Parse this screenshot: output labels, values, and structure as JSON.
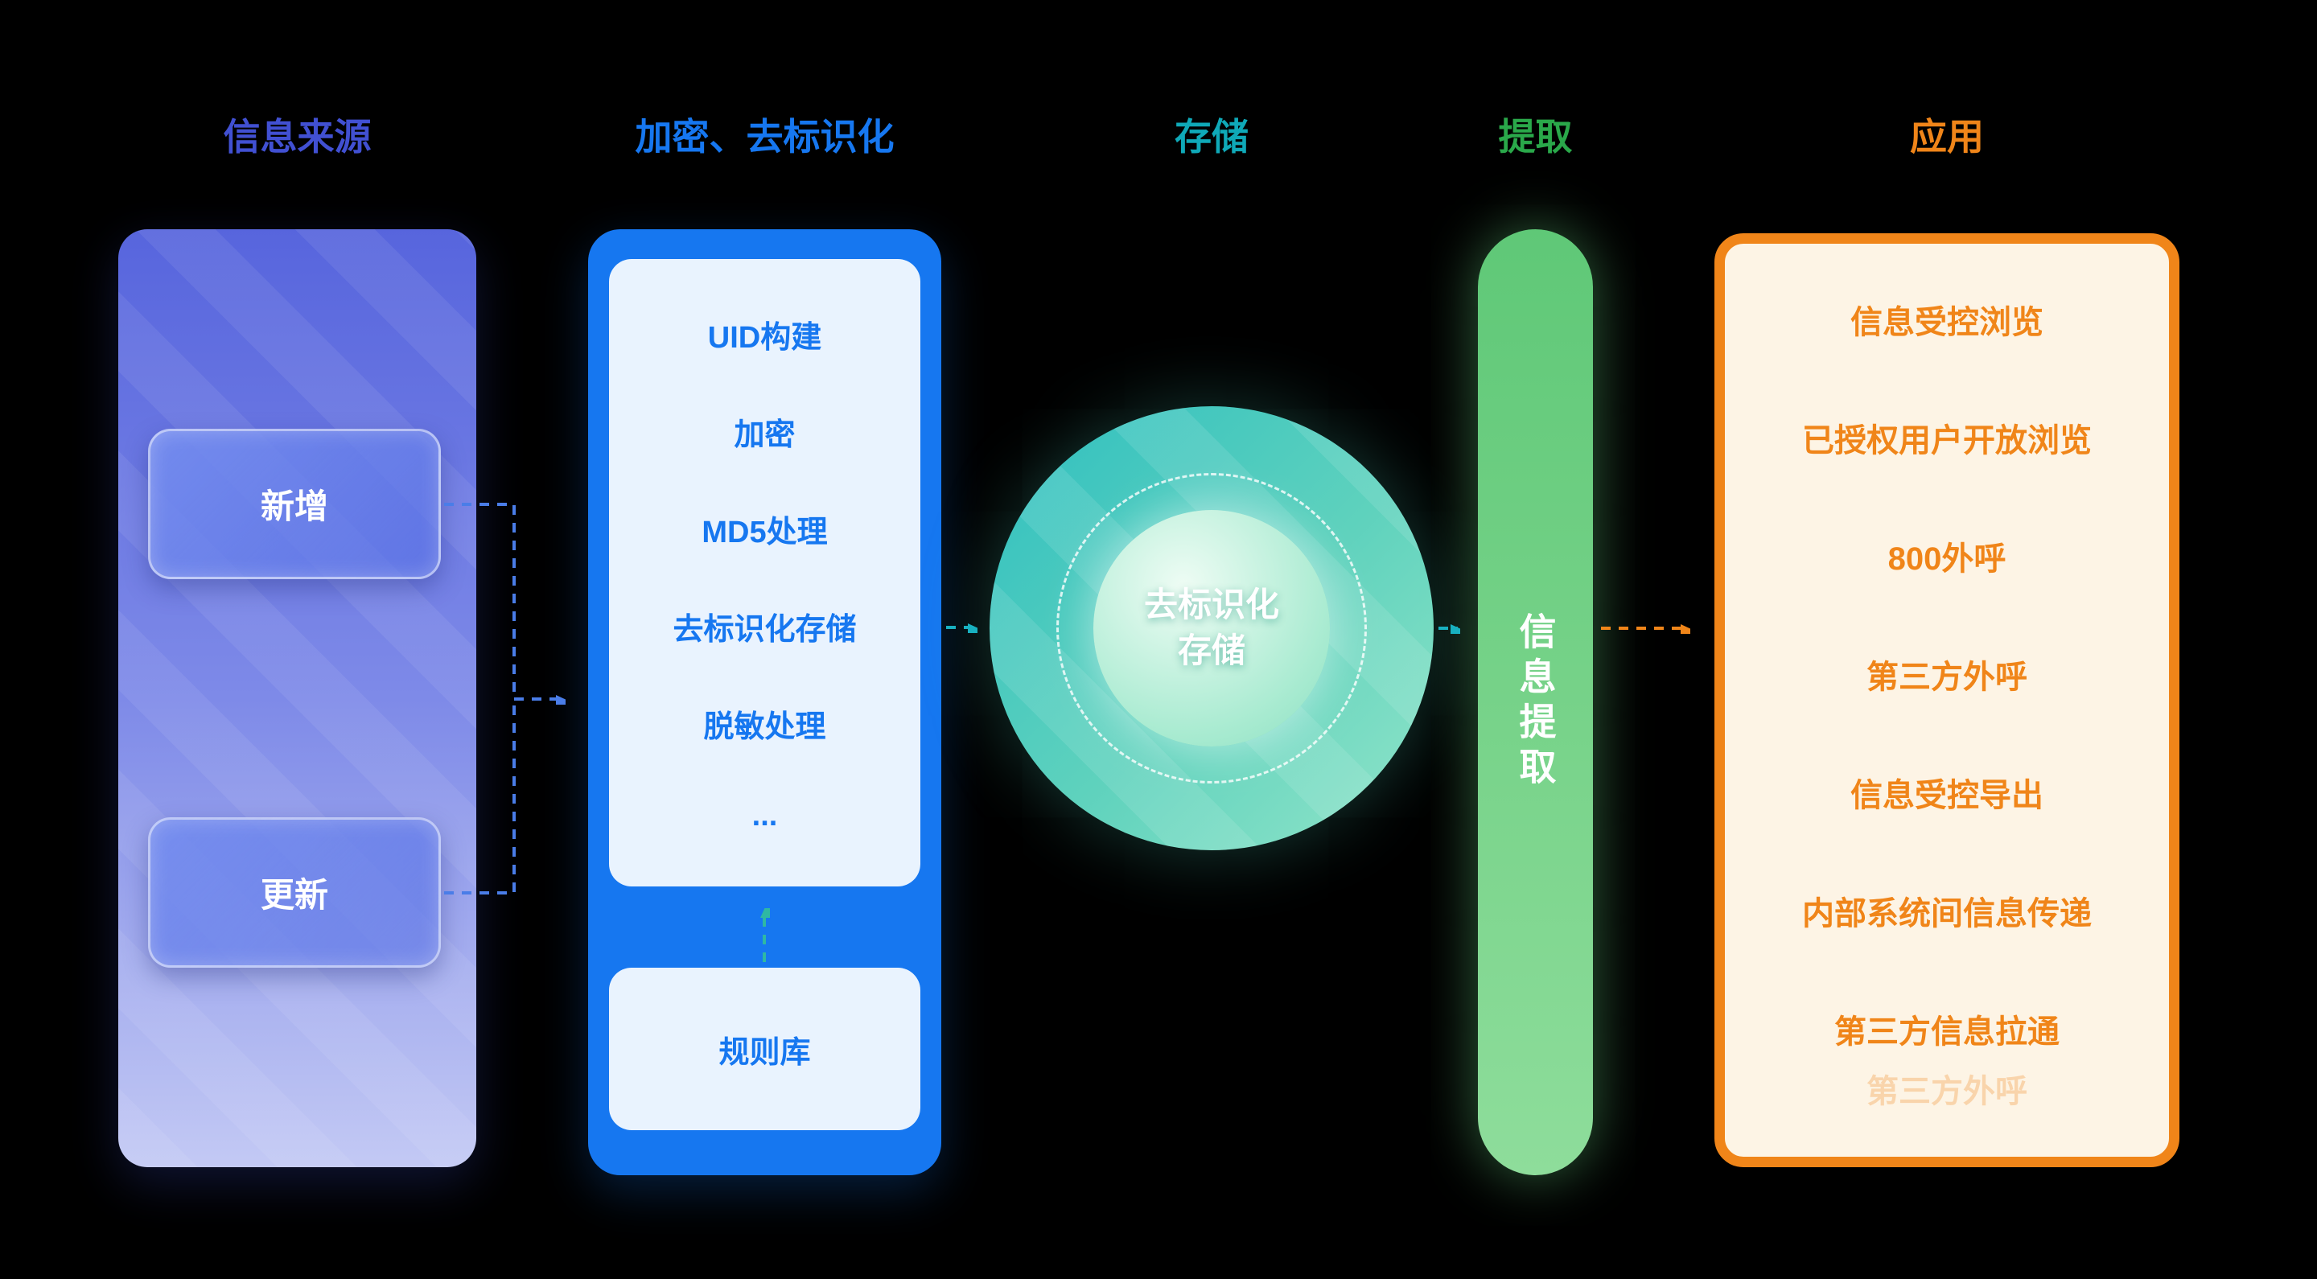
{
  "colors": {
    "background": "#000000",
    "source_header": "#4150d2",
    "encrypt_accent": "#1677f0",
    "storage_accent": "#0fa9b8",
    "extract_accent": "#2aa84a",
    "apply_accent": "#f08519"
  },
  "columns": {
    "source": {
      "header": "信息来源",
      "nodes": {
        "add": "新增",
        "update": "更新"
      }
    },
    "encrypt": {
      "header": "加密、去标识化",
      "steps": [
        "UID构建",
        "加密",
        "MD5处理",
        "去标识化存储",
        "脱敏处理",
        "..."
      ],
      "rule_library": "规则库"
    },
    "storage": {
      "header": "存储",
      "circle_line1": "去标识化",
      "circle_line2": "存储"
    },
    "extract": {
      "header": "提取",
      "bar_label": "信息提取"
    },
    "apply": {
      "header": "应用",
      "items": [
        "信息受控浏览",
        "已授权用户开放浏览",
        "800外呼",
        "第三方外呼",
        "信息受控导出",
        "内部系统间信息传递",
        "第三方信息拉通"
      ],
      "faded_item": "第三方外呼"
    }
  }
}
